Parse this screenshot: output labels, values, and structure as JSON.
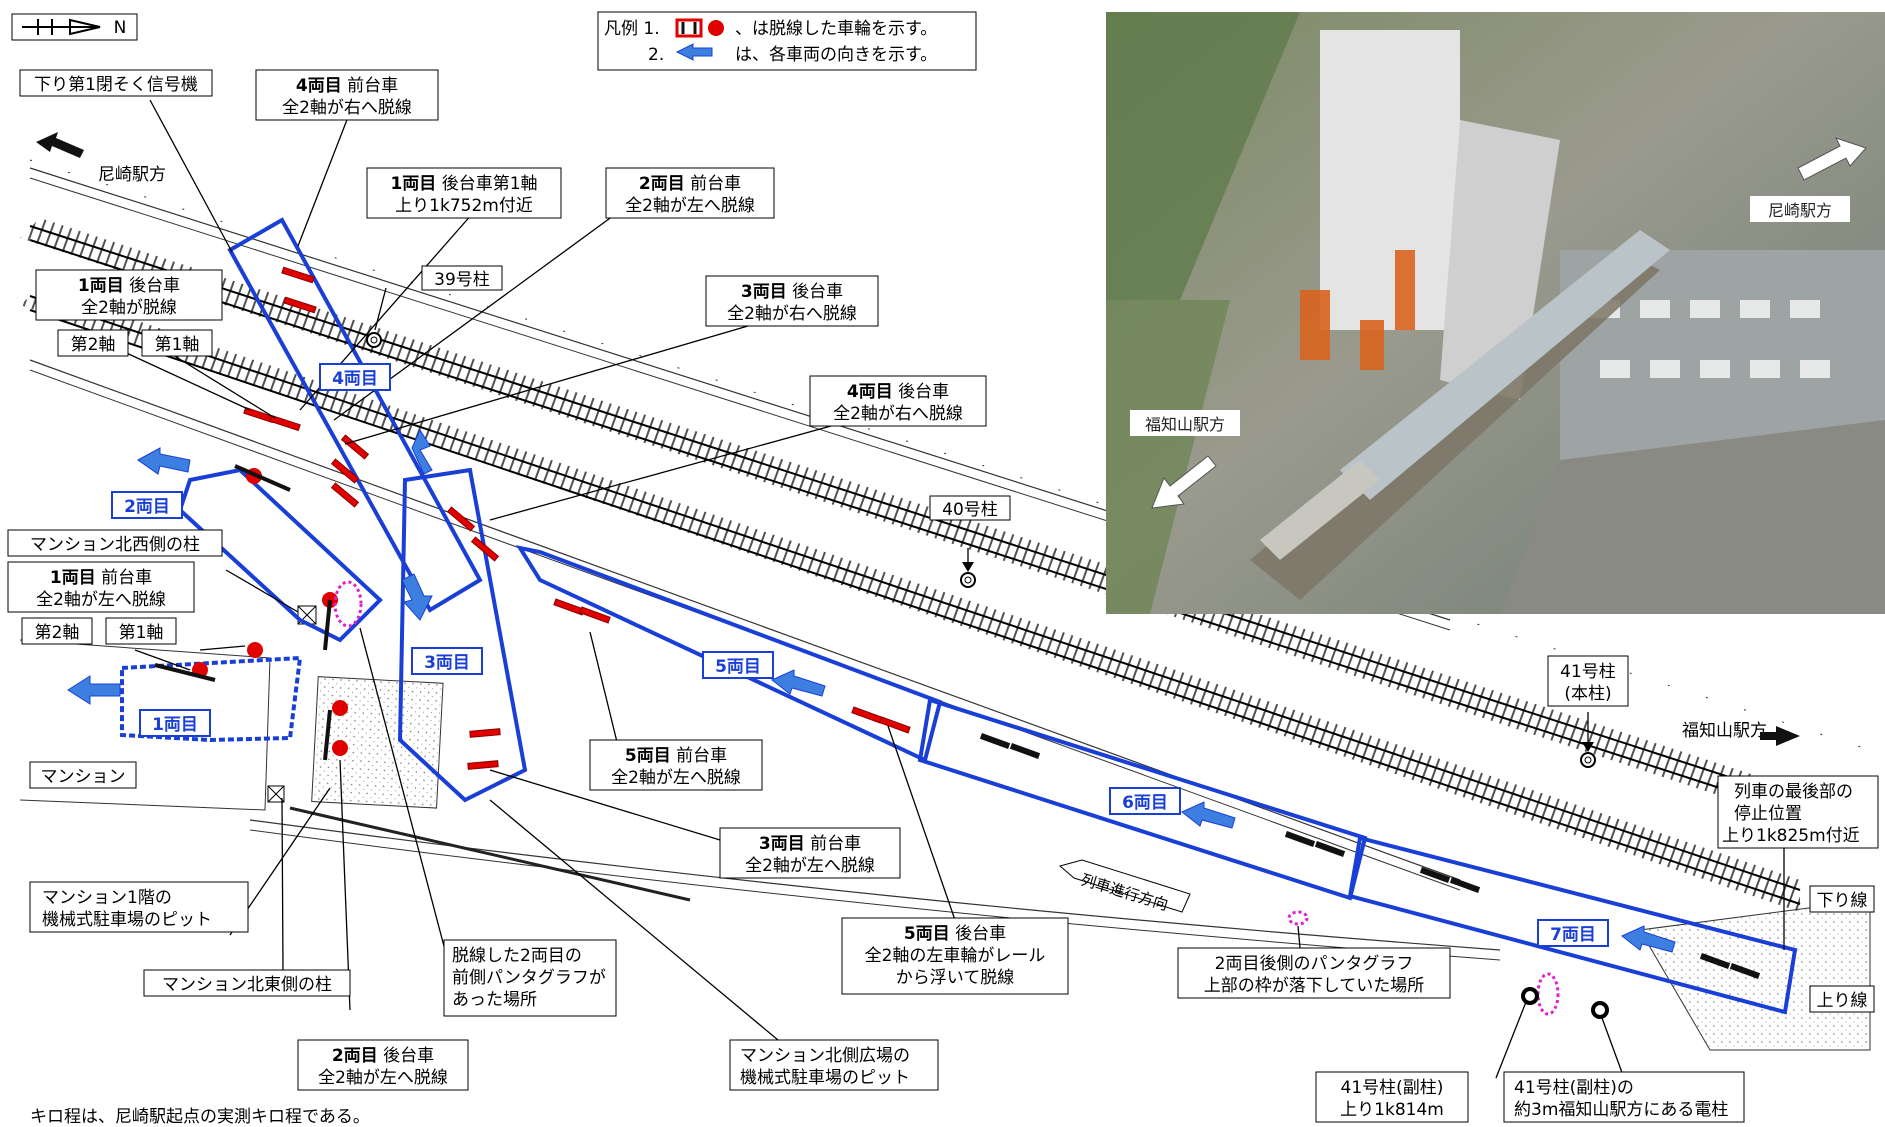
{
  "compass": {
    "north": "N"
  },
  "legend": {
    "line1_prefix": "凡例 1.",
    "line1_suffix": "、は脱線した車輪を示す。",
    "line2_prefix": "2.",
    "line2_suffix": "は、各車両の向きを示す。"
  },
  "stations": {
    "amagasaki": "尼崎駅方",
    "fukuchiyama": "福知山駅方"
  },
  "poles": {
    "p39": "39号柱",
    "p40": "40号柱",
    "p41_line1": "41号柱",
    "p41_line2": "(本柱)"
  },
  "cars": [
    "1両目",
    "2両目",
    "3両目",
    "4両目",
    "5両目",
    "6両目",
    "7両目"
  ],
  "callouts": {
    "signal": "下り第1閉そく信号機",
    "car4_front_l1_bold": "4両目",
    "car4_front_l1_rest": " 前台車",
    "car4_front_l2": "全2軸が右へ脱線",
    "car1_rear1_l1_bold": "1両目",
    "car1_rear1_l1_rest": " 後台車第1軸",
    "car1_rear1_l2": "上り1k752m付近",
    "car2_front_l1_bold": "2両目",
    "car2_front_l1_rest": " 前台車",
    "car2_front_l2": "全2軸が左へ脱線",
    "car3_rear_l1_bold": "3両目",
    "car3_rear_l1_rest": " 後台車",
    "car3_rear_l2": "全2軸が右へ脱線",
    "car4_rear_l1_bold": "4両目",
    "car4_rear_l1_rest": " 後台車",
    "car4_rear_l2": "全2軸が右へ脱線",
    "car1_rear_l1_bold": "1両目",
    "car1_rear_l1_rest": " 後台車",
    "car1_rear_l2": "全2軸が脱線",
    "axle2": "第2軸",
    "axle1": "第1軸",
    "mansion_nw_pillar": "マンション北西側の柱",
    "car1_front_l1_bold": "1両目",
    "car1_front_l1_rest": " 前台車",
    "car1_front_l2": "全2軸が左へ脱線",
    "mansion": "マンション",
    "mansion_pit_l1": "マンション1階の",
    "mansion_pit_l2": "機械式駐車場のピット",
    "mansion_ne_pillar": "マンション北東側の柱",
    "panto_l1": "脱線した2両目の",
    "panto_l2": "前側パンタグラフが",
    "panto_l3": "あった場所",
    "car2_rear_l1_bold": "2両目",
    "car2_rear_l1_rest": " 後台車",
    "car2_rear_l2": "全2軸が左へ脱線",
    "plaza_pit_l1": "マンション北側広場の",
    "plaza_pit_l2": "機械式駐車場のピット",
    "car5_front_l1_bold": "5両目",
    "car5_front_l1_rest": " 前台車",
    "car5_front_l2": "全2軸が左へ脱線",
    "car3_front_l1_bold": "3両目",
    "car3_front_l1_rest": " 前台車",
    "car3_front_l2": "全2軸が左へ脱線",
    "car5_rear_l1_bold": "5両目",
    "car5_rear_l1_rest": " 後台車",
    "car5_rear_l2": "全2軸の左車輪がレール",
    "car5_rear_l3": "から浮いて脱線",
    "travel_dir": "列車進行方向",
    "panto_rear_l1": "2両目後側のパンタグラフ",
    "panto_rear_l2": "上部の枠が落下していた場所",
    "pole41_sub_l1": "41号柱(副柱)",
    "pole41_sub_l2": "上り1k814m",
    "pole41_elec_l1": "41号柱(副柱)の",
    "pole41_elec_l2": "約3m福知山駅方にある電柱",
    "stop_l1": "列車の最後部の",
    "stop_l2": "停止位置",
    "stop_l3": "上り1k825m付近",
    "down_line": "下り線",
    "up_line": "上り線",
    "footnote": "キロ程は、尼崎駅起点の実測キロ程である。"
  },
  "photo": {
    "amagasaki": "尼崎駅方",
    "fukuchiyama": "福知山駅方"
  },
  "colors": {
    "car_outline": "#1a3fd6",
    "car_arrow": "#3d7fe0",
    "wheel_red": "#e00000",
    "pink_marker": "#e020d0"
  }
}
